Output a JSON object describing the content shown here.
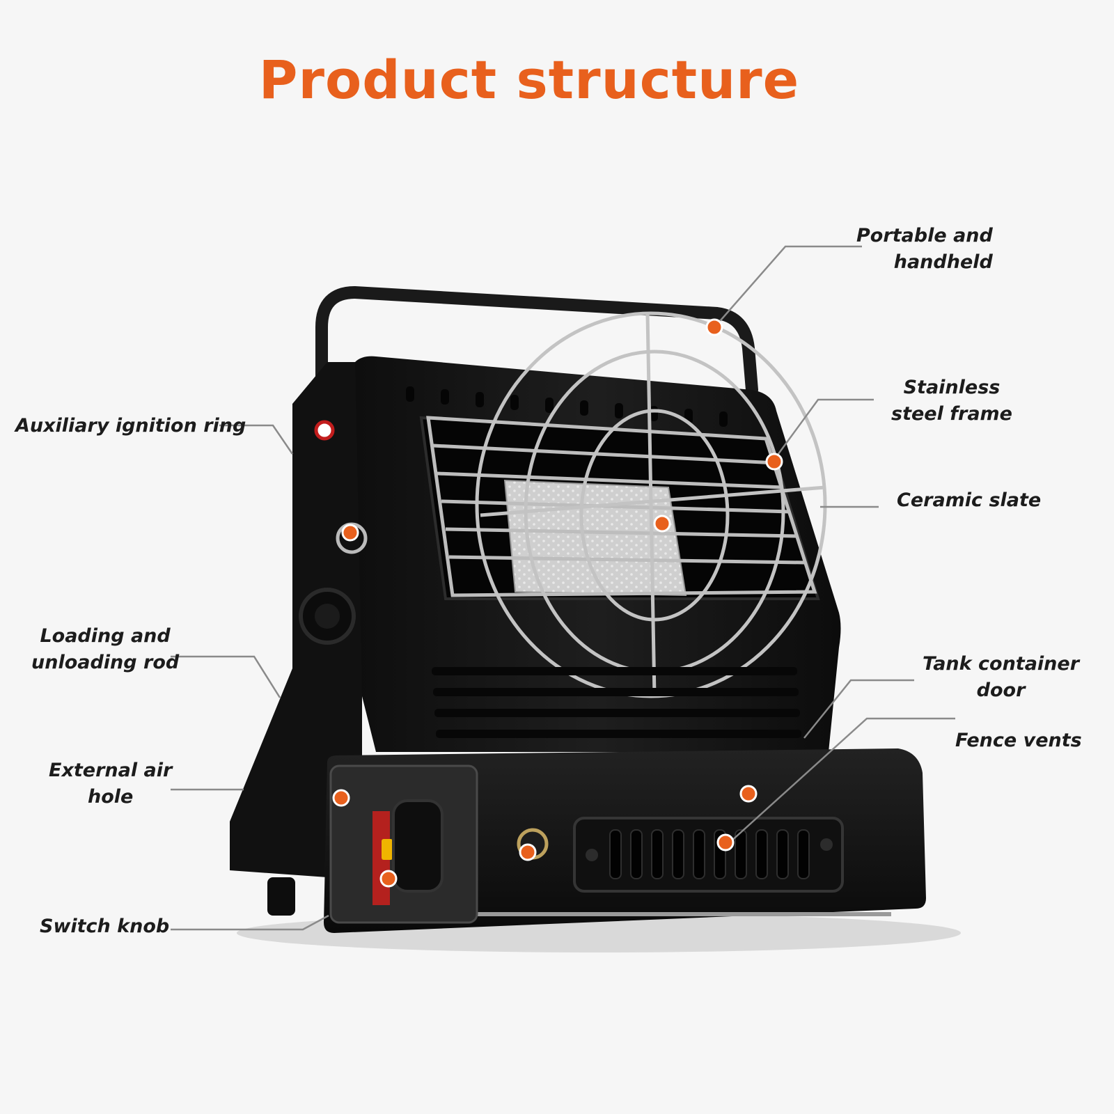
{
  "title": "Product structure",
  "colors": {
    "accent": "#e8601d",
    "body": "#141414",
    "metal": "#b9b9b9",
    "leader": "#8a8a8a"
  },
  "callouts": {
    "portable": [
      "Portable and",
      "handheld"
    ],
    "frame": [
      "Stainless",
      "steel frame"
    ],
    "ceramic": [
      "Ceramic slate"
    ],
    "tank_door": [
      "Tank container",
      "door"
    ],
    "fence_vents": [
      "Fence vents"
    ],
    "ignition": [
      "Auxiliary ignition ring"
    ],
    "loading_rod": [
      "Loading and",
      "unloading rod"
    ],
    "air_hole": [
      "External air",
      "hole"
    ],
    "switch_knob": [
      "Switch knob"
    ]
  }
}
